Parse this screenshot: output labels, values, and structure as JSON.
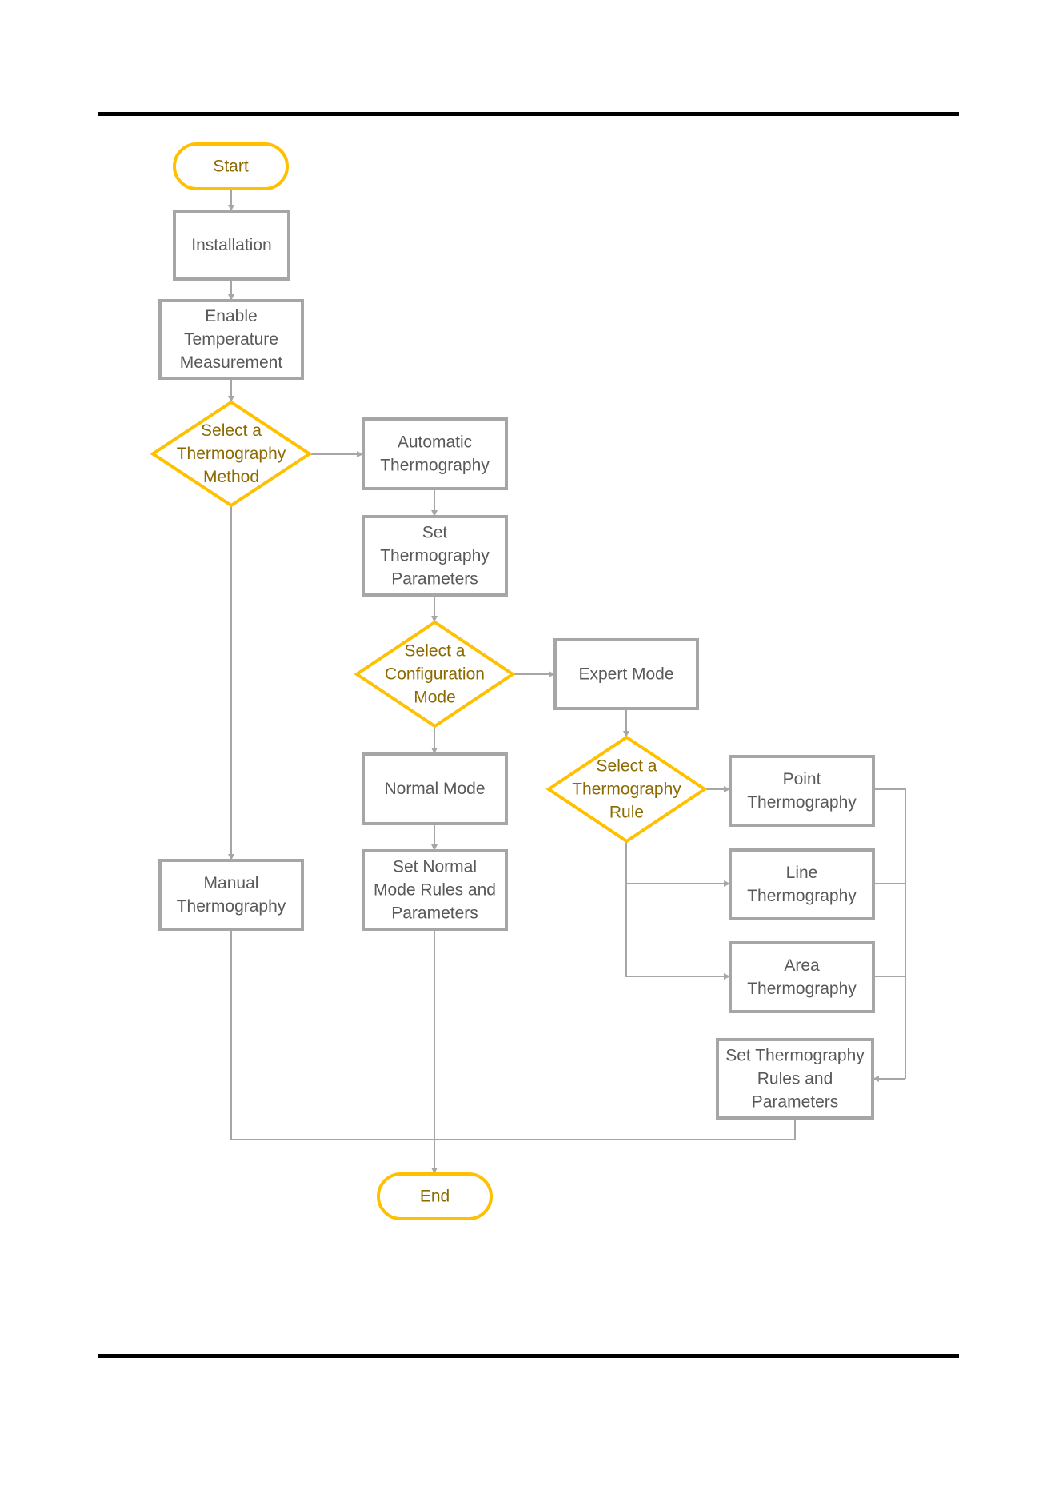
{
  "colors": {
    "process_border": "#a6a6a6",
    "terminal_decision_border": "#ffc000",
    "process_text": "#595959",
    "terminal_decision_text": "#8c6a00",
    "connector": "#a6a6a6"
  },
  "nodes": {
    "start": {
      "type": "terminal",
      "lines": [
        "Start"
      ]
    },
    "installation": {
      "type": "process",
      "lines": [
        "Installation"
      ]
    },
    "enable_temp": {
      "type": "process",
      "lines": [
        "Enable",
        "Temperature",
        "Measurement"
      ]
    },
    "select_method": {
      "type": "decision",
      "lines": [
        "Select a",
        "Thermography",
        "Method"
      ]
    },
    "automatic": {
      "type": "process",
      "lines": [
        "Automatic",
        "Thermography"
      ]
    },
    "set_params": {
      "type": "process",
      "lines": [
        "Set",
        "Thermography",
        "Parameters"
      ]
    },
    "select_config": {
      "type": "decision",
      "lines": [
        "Select a",
        "Configuration",
        "Mode"
      ]
    },
    "expert_mode": {
      "type": "process",
      "lines": [
        "Expert Mode"
      ]
    },
    "normal_mode": {
      "type": "process",
      "lines": [
        "Normal Mode"
      ]
    },
    "select_rule": {
      "type": "decision",
      "lines": [
        "Select a",
        "Thermography",
        "Rule"
      ]
    },
    "point": {
      "type": "process",
      "lines": [
        "Point",
        "Thermography"
      ]
    },
    "line": {
      "type": "process",
      "lines": [
        "Line",
        "Thermography"
      ]
    },
    "area": {
      "type": "process",
      "lines": [
        "Area",
        "Thermography"
      ]
    },
    "manual": {
      "type": "process",
      "lines": [
        "Manual",
        "Thermography"
      ]
    },
    "set_normal": {
      "type": "process",
      "lines": [
        "Set Normal",
        "Mode Rules and",
        "Parameters"
      ]
    },
    "set_rules": {
      "type": "process",
      "lines": [
        "Set Thermography",
        "Rules and",
        "Parameters"
      ]
    },
    "end": {
      "type": "terminal",
      "lines": [
        "End"
      ]
    }
  },
  "edges": [
    {
      "from": "start",
      "to": "installation"
    },
    {
      "from": "installation",
      "to": "enable_temp"
    },
    {
      "from": "enable_temp",
      "to": "select_method"
    },
    {
      "from": "select_method",
      "to": "automatic"
    },
    {
      "from": "select_method",
      "to": "manual"
    },
    {
      "from": "automatic",
      "to": "set_params"
    },
    {
      "from": "set_params",
      "to": "select_config"
    },
    {
      "from": "select_config",
      "to": "expert_mode"
    },
    {
      "from": "select_config",
      "to": "normal_mode"
    },
    {
      "from": "expert_mode",
      "to": "select_rule"
    },
    {
      "from": "normal_mode",
      "to": "set_normal"
    },
    {
      "from": "select_rule",
      "to": "point"
    },
    {
      "from": "select_rule",
      "to": "line"
    },
    {
      "from": "select_rule",
      "to": "area"
    },
    {
      "from": "point",
      "to": "set_rules"
    },
    {
      "from": "line",
      "to": "set_rules"
    },
    {
      "from": "area",
      "to": "set_rules"
    },
    {
      "from": "manual",
      "to": "end"
    },
    {
      "from": "set_normal",
      "to": "end"
    },
    {
      "from": "set_rules",
      "to": "end"
    }
  ]
}
